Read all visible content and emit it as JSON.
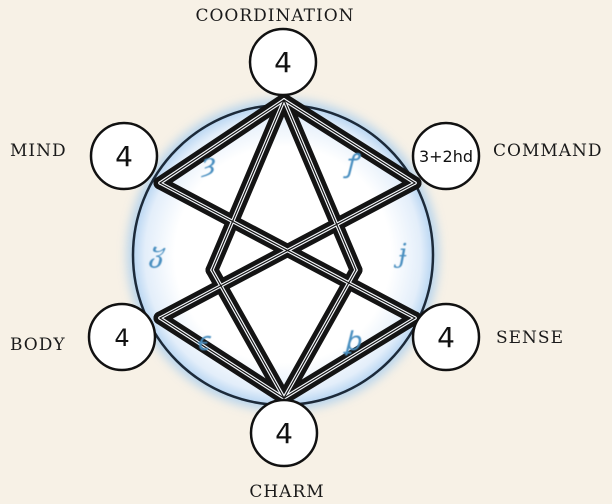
{
  "attributes": {
    "coordination": {
      "label": "COORDINATION",
      "value": "4"
    },
    "command": {
      "label": "COMMAND",
      "value": "3+2hd"
    },
    "sense": {
      "label": "SENSE",
      "value": "4"
    },
    "charm": {
      "label": "CHARM",
      "value": "4"
    },
    "body": {
      "label": "BODY",
      "value": "4"
    },
    "mind": {
      "label": "MIND",
      "value": "4"
    }
  },
  "colors": {
    "background": "#f7f1e6",
    "star": "#141414",
    "circle_glow": "#9fc8ee",
    "circle_fill": "#fbfcfe",
    "glyph": "#4a8fc0"
  },
  "icons": {
    "glyph_top_left": "rune-icon",
    "glyph_top_right": "rune-icon",
    "glyph_left": "rune-icon",
    "glyph_right": "rune-icon",
    "glyph_bottom_left": "rune-icon",
    "glyph_bottom_right": "rune-icon"
  }
}
